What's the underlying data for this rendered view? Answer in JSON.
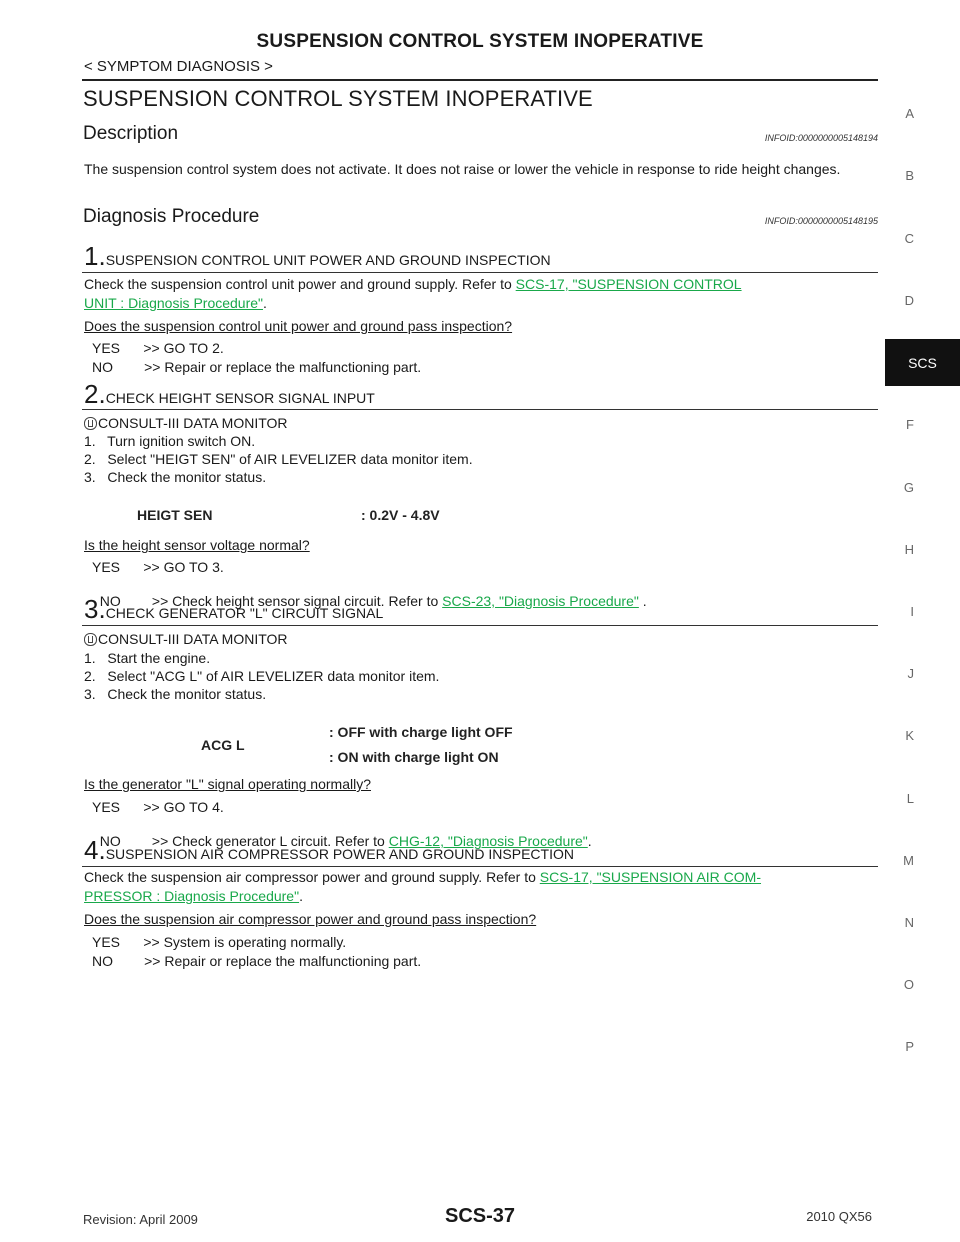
{
  "header": {
    "title": "SUSPENSION CONTROL SYSTEM INOPERATIVE",
    "subtitle": "< SYMPTOM DIAGNOSIS >"
  },
  "section": {
    "title": "SUSPENSION CONTROL SYSTEM INOPERATIVE"
  },
  "description": {
    "heading": "Description",
    "infoid": "INFOID:0000000005148194",
    "text": "The suspension control system does not activate.  It does not raise or lower the vehicle in response to ride height changes."
  },
  "diagnosis": {
    "heading": "Diagnosis Procedure",
    "infoid": "INFOID:0000000005148195"
  },
  "step1": {
    "num": "1.",
    "title": "SUSPENSION CONTROL UNIT POWER AND GROUND INSPECTION",
    "text_before": "Check the suspension control unit power and ground supply. Refer to ",
    "link_a": "SCS-17, \"SUSPENSION CONTROL",
    "link_b": "UNIT : Diagnosis Procedure\"",
    "text_after": ".",
    "question": "Does the suspension control unit power and ground pass inspection?",
    "yes": "YES      >> GO TO 2.",
    "no": "NO        >> Repair or replace the malfunctioning part."
  },
  "step2": {
    "num": "2.",
    "title": "CHECK HEIGHT SENSOR SIGNAL INPUT",
    "consult": "CONSULT-III DATA MONITOR",
    "items": [
      "1.   Turn ignition switch ON.",
      "2.   Select \"HEIGT SEN\" of AIR LEVELIZER data monitor item.",
      "3.   Check the monitor status."
    ],
    "monitor_item": "HEIGT SEN",
    "monitor_value": ": 0.2V - 4.8V",
    "question": "Is the height sensor voltage normal?",
    "yes": "YES      >> GO TO 3.",
    "no_text": "NO        >> Check height sensor signal circuit. Refer to ",
    "no_link": "SCS-23, \"Diagnosis Procedure\"",
    "no_after": " ."
  },
  "step3": {
    "num": "3.",
    "title": "CHECK GENERATOR \"L\" CIRCUIT SIGNAL",
    "consult": "CONSULT-III DATA MONITOR",
    "items": [
      "1.   Start the engine.",
      "2.   Select \"ACG L\" of AIR LEVELIZER data monitor item.",
      "3.   Check the monitor status."
    ],
    "monitor_item": "ACG L",
    "monitor_value_1": ": OFF with charge light OFF",
    "monitor_value_2": ": ON with charge light ON",
    "question": "Is the generator \"L\" signal operating normally?",
    "yes": "YES      >> GO TO 4.",
    "no_text": "NO        >> Check generator L circuit. Refer to ",
    "no_link": "CHG-12, \"Diagnosis Procedure\"",
    "no_after": "."
  },
  "step4": {
    "num": "4.",
    "title": "SUSPENSION AIR COMPRESSOR POWER AND GROUND INSPECTION",
    "text_before": "Check the suspension air compressor power and ground supply. Refer to ",
    "link_a": "SCS-17, \"SUSPENSION AIR COM-",
    "link_b": "PRESSOR : Diagnosis Procedure\"",
    "text_after": ".",
    "question": "Does the suspension air compressor power and ground pass inspection?",
    "yes": "YES      >> System is operating normally.",
    "no": "NO        >> Repair or replace the malfunctioning part."
  },
  "sidebar": {
    "letters": [
      "A",
      "B",
      "C",
      "D",
      "F",
      "G",
      "H",
      "I",
      "J",
      "K",
      "L",
      "M",
      "N",
      "O",
      "P"
    ],
    "active_tab": "SCS"
  },
  "footer": {
    "revision": "Revision: April 2009",
    "page": "SCS-37",
    "model": "2010 QX56"
  },
  "colors": {
    "link": "#19a84a",
    "tab_bg": "#111111"
  }
}
